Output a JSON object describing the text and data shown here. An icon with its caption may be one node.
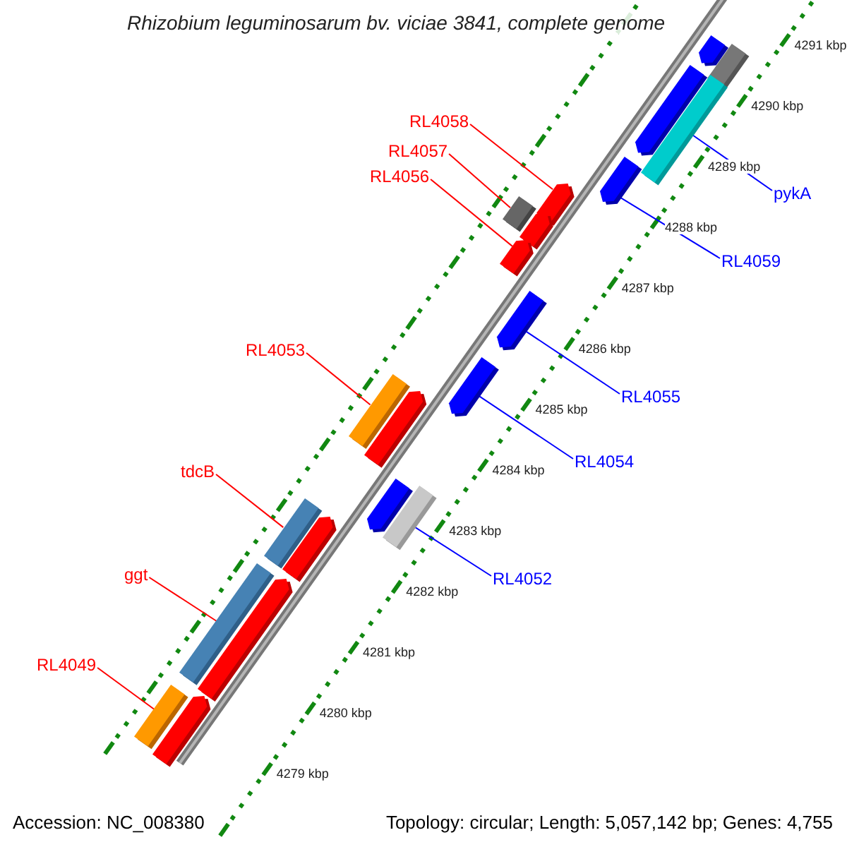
{
  "diagram": {
    "title": "Rhizobium leguminosarum bv. viciae 3841, complete genome",
    "nodes": [
      {
        "text": [
          "RL4058"
        ]
      },
      {
        "text": [
          "RL4057"
        ]
      },
      {
        "text": [
          "RL4056"
        ]
      },
      {
        "text": [
          "pykA"
        ]
      },
      {
        "text": [
          "RL4059"
        ]
      },
      {
        "text": [
          "RL4053"
        ]
      },
      {
        "text": [
          "RL4055"
        ]
      },
      {
        "text": [
          "RL4054"
        ]
      },
      {
        "text": [
          "tdcB"
        ]
      },
      {
        "text": [
          "ggt"
        ]
      },
      {
        "text": [
          "RL4052"
        ]
      },
      {
        "text": [
          "RL4049"
        ]
      },
      {
        "text": [],
        "shape": "bar"
      },
      {
        "text": [],
        "shape": "bar"
      },
      {
        "text": [],
        "shape": "bar"
      },
      {
        "text": [],
        "shape": "bar"
      },
      {
        "text": [],
        "shape": "bar"
      },
      {
        "text": [],
        "shape": "bar"
      },
      {
        "text": [],
        "shape": "bar"
      },
      {
        "text": [],
        "shape": "bar"
      },
      {
        "text": [],
        "shape": "bar"
      },
      {
        "text": [],
        "shape": "bar"
      },
      {
        "text": [],
        "shape": "bar"
      },
      {
        "text": [],
        "shape": "bar"
      },
      {
        "text": [],
        "shape": "bar"
      },
      {
        "text": [],
        "shape": "bar"
      },
      {
        "text": [],
        "shape": "bar"
      },
      {
        "text": [],
        "shape": "bar"
      },
      {
        "text": [],
        "shape": "bar"
      },
      {
        "text": [],
        "shape": "bar"
      },
      {
        "text": [],
        "shape": "bar"
      },
      {
        "text": [],
        "shape": "bar"
      },
      {
        "text": [],
        "shape": "bar"
      }
    ],
    "edges": [
      {
        "from": 0,
        "to": 17,
        "arrow": "none",
        "color": "#ff0000"
      },
      {
        "from": 1,
        "to": 18,
        "arrow": "none",
        "color": "#ff0000"
      },
      {
        "from": 2,
        "to": 20,
        "arrow": "none",
        "color": "#ff0000"
      },
      {
        "from": 3,
        "to": 15,
        "arrow": "none",
        "color": "#0000ff"
      },
      {
        "from": 4,
        "to": 16,
        "arrow": "none",
        "color": "#0000ff"
      },
      {
        "from": 5,
        "to": 23,
        "arrow": "none",
        "color": "#ff0000"
      },
      {
        "from": 6,
        "to": 21,
        "arrow": "none",
        "color": "#0000ff"
      },
      {
        "from": 7,
        "to": 22,
        "arrow": "none",
        "color": "#0000ff"
      },
      {
        "from": 8,
        "to": 27,
        "arrow": "none",
        "color": "#ff0000"
      },
      {
        "from": 9,
        "to": 29,
        "arrow": "none",
        "color": "#ff0000"
      },
      {
        "from": 10,
        "to": 26,
        "arrow": "none",
        "color": "#0000ff"
      },
      {
        "from": 11,
        "to": 31,
        "arrow": "none",
        "color": "#ff0000"
      }
    ],
    "labels": [
      "4291 kbp",
      "4290 kbp",
      "4289 kbp",
      "4288 kbp",
      "4287 kbp",
      "4286 kbp",
      "4285 kbp",
      "4284 kbp",
      "4283 kbp",
      "4282 kbp",
      "4281 kbp",
      "4280 kbp",
      "4279 kbp",
      "Accession: NC_008380",
      "Topology: circular; Length: 5,057,142 bp; Genes: 4,755"
    ]
  }
}
